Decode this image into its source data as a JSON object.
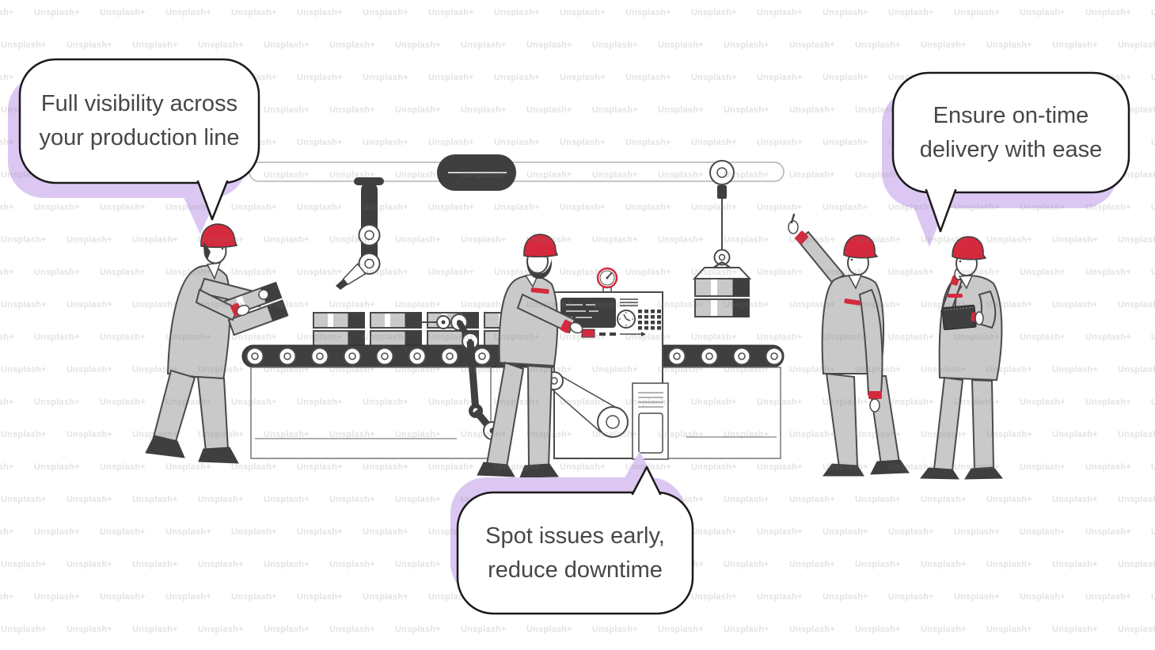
{
  "watermark": {
    "label": "Unsplash+"
  },
  "callouts": {
    "top_left": {
      "line1": "Full visibility across",
      "line2": "your production line"
    },
    "top_right": {
      "line1": "Ensure on-time",
      "line2": "delivery with ease"
    },
    "bottom": {
      "line1": "Spot issues early,",
      "line2": "reduce downtime"
    }
  },
  "scene": {
    "elements": [
      "overhead-rail",
      "trolley",
      "robotic-arm",
      "crane-hoist",
      "conveyor-belt",
      "cargo-boxes",
      "crank-mechanism",
      "control-machine",
      "worker-carrying-box",
      "worker-operating-machine",
      "worker-pointing",
      "worker-with-tablet"
    ]
  },
  "colors": {
    "accent_red": "#d5293d",
    "illustration_dark": "#3f3f3f",
    "illustration_gray": "#c9c9c9",
    "outline": "#4a4a4a",
    "bubble_border": "#1a1a1a",
    "bubble_fill": "#ffffff",
    "bubble_shadow": "#dcc7f3",
    "text_color": "#474747",
    "watermark_gray": "#7d7d7d"
  }
}
